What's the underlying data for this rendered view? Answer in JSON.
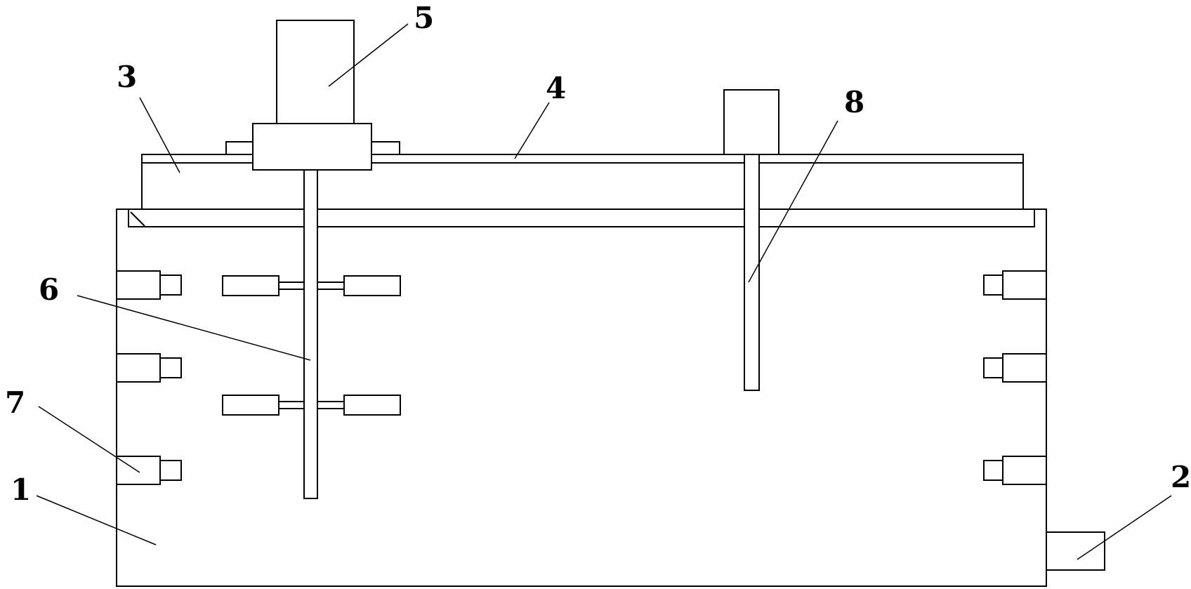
{
  "diagram": {
    "labels": [
      {
        "id": "label-1",
        "text": "1"
      },
      {
        "id": "label-2",
        "text": "2"
      },
      {
        "id": "label-3",
        "text": "3"
      },
      {
        "id": "label-4",
        "text": "4"
      },
      {
        "id": "label-5",
        "text": "5"
      },
      {
        "id": "label-6",
        "text": "6"
      },
      {
        "id": "label-7",
        "text": "7"
      },
      {
        "id": "label-8",
        "text": "8"
      }
    ],
    "colors": {
      "stroke": "#000000",
      "background": "#ffffff"
    }
  }
}
